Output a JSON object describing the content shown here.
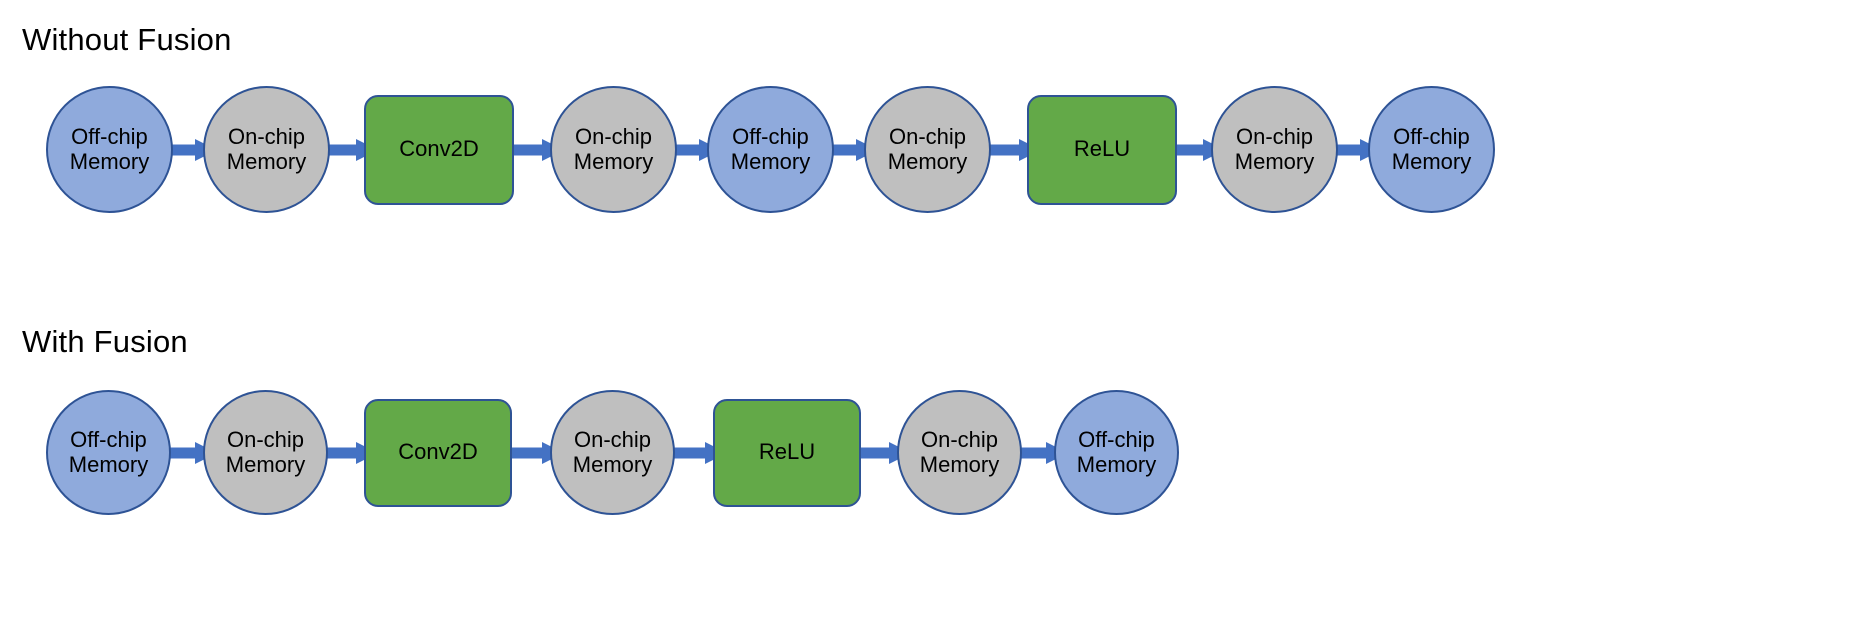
{
  "colors": {
    "background": "#FFFFFF",
    "memory_offchip_fill": "#8FAADC",
    "memory_onchip_fill": "#BFBFBF",
    "operator_fill": "#63A948",
    "shape_border": "#2E5395",
    "arrow": "#4472C4",
    "text": "#000000"
  },
  "diagram": {
    "type": "flow-diagram",
    "rows": [
      {
        "id": "without-fusion",
        "title": "Without Fusion",
        "nodes": [
          {
            "id": "r1-n1",
            "kind": "memory-offchip",
            "shape": "circle",
            "label": "Off-chip\nMemory"
          },
          {
            "id": "r1-n2",
            "kind": "memory-onchip",
            "shape": "circle",
            "label": "On-chip\nMemory"
          },
          {
            "id": "r1-n3",
            "kind": "operator",
            "shape": "rounded-rect",
            "label": "Conv2D"
          },
          {
            "id": "r1-n4",
            "kind": "memory-onchip",
            "shape": "circle",
            "label": "On-chip\nMemory"
          },
          {
            "id": "r1-n5",
            "kind": "memory-offchip",
            "shape": "circle",
            "label": "Off-chip\nMemory"
          },
          {
            "id": "r1-n6",
            "kind": "memory-onchip",
            "shape": "circle",
            "label": "On-chip\nMemory"
          },
          {
            "id": "r1-n7",
            "kind": "operator",
            "shape": "rounded-rect",
            "label": "ReLU"
          },
          {
            "id": "r1-n8",
            "kind": "memory-onchip",
            "shape": "circle",
            "label": "On-chip\nMemory"
          },
          {
            "id": "r1-n9",
            "kind": "memory-offchip",
            "shape": "circle",
            "label": "Off-chip\nMemory"
          }
        ],
        "connector_icon": "arrow-right-icon",
        "connector_count": 8
      },
      {
        "id": "with-fusion",
        "title": "With Fusion",
        "nodes": [
          {
            "id": "r2-n1",
            "kind": "memory-offchip",
            "shape": "circle",
            "label": "Off-chip\nMemory"
          },
          {
            "id": "r2-n2",
            "kind": "memory-onchip",
            "shape": "circle",
            "label": "On-chip\nMemory"
          },
          {
            "id": "r2-n3",
            "kind": "operator",
            "shape": "rounded-rect",
            "label": "Conv2D"
          },
          {
            "id": "r2-n4",
            "kind": "memory-onchip",
            "shape": "circle",
            "label": "On-chip\nMemory"
          },
          {
            "id": "r2-n5",
            "kind": "operator",
            "shape": "rounded-rect",
            "label": "ReLU"
          },
          {
            "id": "r2-n6",
            "kind": "memory-onchip",
            "shape": "circle",
            "label": "On-chip\nMemory"
          },
          {
            "id": "r2-n7",
            "kind": "memory-offchip",
            "shape": "circle",
            "label": "Off-chip\nMemory"
          }
        ],
        "connector_icon": "arrow-right-icon",
        "connector_count": 6
      }
    ]
  }
}
